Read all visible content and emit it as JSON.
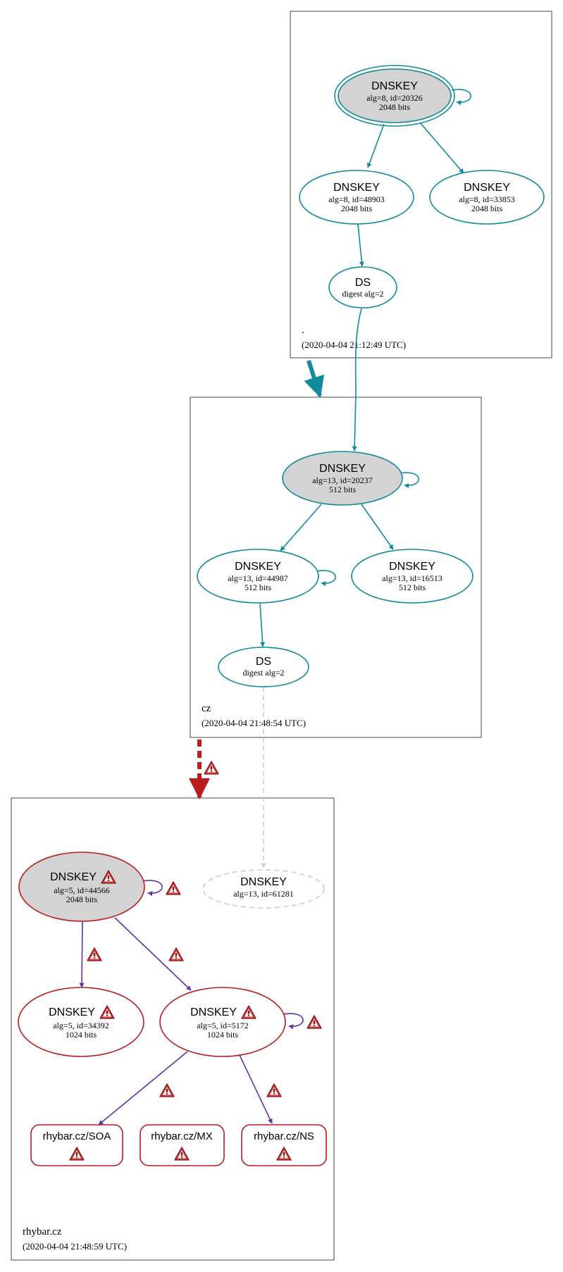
{
  "colors": {
    "secure": "#108b9b",
    "bogus": "#b81c1c",
    "bogus_arrow": "#6131a8",
    "insecure": "#cccccc",
    "ksk_fill": "#d3d3d3",
    "zone_border": "#444444",
    "warning_fill": "#d13d3d"
  },
  "zones": {
    "root": {
      "name": ".",
      "timestamp": "(2020-04-04 21:12:49 UTC)"
    },
    "cz": {
      "name": "cz",
      "timestamp": "(2020-04-04 21:48:54 UTC)"
    },
    "rhybar": {
      "name": "rhybar.cz",
      "timestamp": "(2020-04-04 21:48:59 UTC)"
    }
  },
  "nodes": {
    "root_ksk": {
      "type": "DNSKEY",
      "line1": "alg=8, id=20326",
      "line2": "2048 bits"
    },
    "root_zsk1": {
      "type": "DNSKEY",
      "line1": "alg=8, id=48903",
      "line2": "2048 bits"
    },
    "root_zsk2": {
      "type": "DNSKEY",
      "line1": "alg=8, id=33853",
      "line2": "2048 bits"
    },
    "root_ds": {
      "type": "DS",
      "line1": "digest alg=2"
    },
    "cz_ksk": {
      "type": "DNSKEY",
      "line1": "alg=13, id=20237",
      "line2": "512 bits"
    },
    "cz_zsk1": {
      "type": "DNSKEY",
      "line1": "alg=13, id=44987",
      "line2": "512 bits"
    },
    "cz_zsk2": {
      "type": "DNSKEY",
      "line1": "alg=13, id=16513",
      "line2": "512 bits"
    },
    "cz_ds": {
      "type": "DS",
      "line1": "digest alg=2"
    },
    "rh_missing": {
      "type": "DNSKEY",
      "line1": "alg=13, id=61281"
    },
    "rh_ksk": {
      "type": "DNSKEY",
      "line1": "alg=5, id=44566",
      "line2": "2048 bits"
    },
    "rh_zsk1": {
      "type": "DNSKEY",
      "line1": "alg=5, id=34392",
      "line2": "1024 bits"
    },
    "rh_zsk2": {
      "type": "DNSKEY",
      "line1": "alg=5, id=5172",
      "line2": "1024 bits"
    },
    "rh_soa": {
      "label": "rhybar.cz/SOA"
    },
    "rh_mx": {
      "label": "rhybar.cz/MX"
    },
    "rh_ns": {
      "label": "rhybar.cz/NS"
    }
  }
}
